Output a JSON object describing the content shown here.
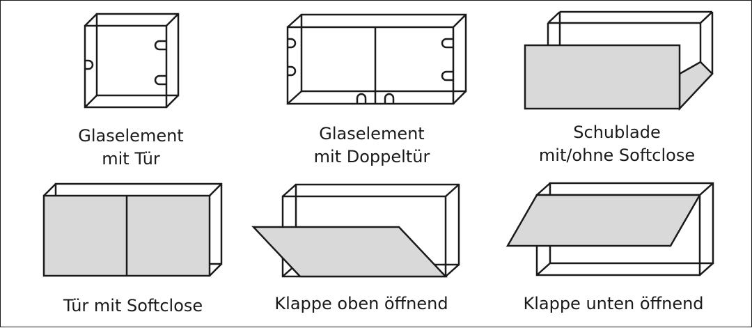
{
  "colors": {
    "line": "#1a1a1a",
    "panel": "#d9d9d9",
    "background": "#ffffff"
  },
  "items": [
    {
      "lines": [
        "Glaselement",
        "mit Tür"
      ]
    },
    {
      "lines": [
        "Glaselement",
        "mit Doppeltür"
      ]
    },
    {
      "lines": [
        "Schublade",
        "mit/ohne Softclose"
      ]
    },
    {
      "lines": [
        "Tür mit Softclose"
      ]
    },
    {
      "lines": [
        "Klappe oben öffnend"
      ]
    },
    {
      "lines": [
        "Klappe unten öffnend"
      ]
    }
  ]
}
